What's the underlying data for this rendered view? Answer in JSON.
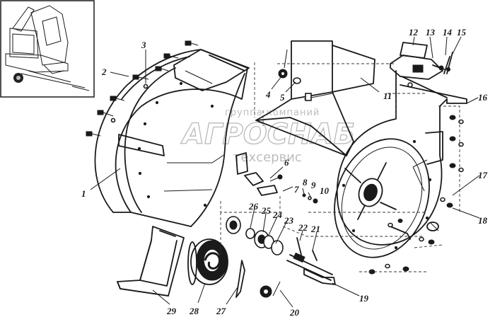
{
  "watermark": {
    "line1": "группа компаний",
    "logo": "АГРОСНАБ",
    "line2": "техсервис"
  },
  "callouts": [
    {
      "id": "c1",
      "label": "1"
    },
    {
      "id": "c2",
      "label": "2"
    },
    {
      "id": "c3",
      "label": "3"
    },
    {
      "id": "c4",
      "label": "4"
    },
    {
      "id": "c5",
      "label": "5"
    },
    {
      "id": "c6",
      "label": "6"
    },
    {
      "id": "c7",
      "label": "7"
    },
    {
      "id": "c8",
      "label": "8"
    },
    {
      "id": "c9",
      "label": "9"
    },
    {
      "id": "c10",
      "label": "10"
    },
    {
      "id": "c11",
      "label": "11"
    },
    {
      "id": "c12",
      "label": "12"
    },
    {
      "id": "c13",
      "label": "13"
    },
    {
      "id": "c14",
      "label": "14"
    },
    {
      "id": "c15",
      "label": "15"
    },
    {
      "id": "c16",
      "label": "16"
    },
    {
      "id": "c17",
      "label": "17"
    },
    {
      "id": "c18",
      "label": "18"
    },
    {
      "id": "c19",
      "label": "19"
    },
    {
      "id": "c20",
      "label": "20"
    },
    {
      "id": "c21",
      "label": "21"
    },
    {
      "id": "c22",
      "label": "22"
    },
    {
      "id": "c23",
      "label": "23"
    },
    {
      "id": "c24",
      "label": "24"
    },
    {
      "id": "c25",
      "label": "25"
    },
    {
      "id": "c26",
      "label": "26"
    },
    {
      "id": "c27",
      "label": "27"
    },
    {
      "id": "c28",
      "label": "28"
    },
    {
      "id": "c29",
      "label": "29"
    }
  ]
}
